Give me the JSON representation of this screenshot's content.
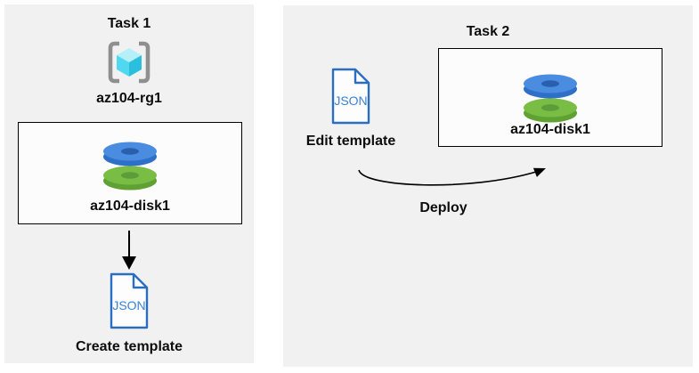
{
  "task1": {
    "title": "Task 1",
    "resource_group_label": "az104-rg1",
    "disk_label": "az104-disk1",
    "json_file_text": "JSON",
    "action_label": "Create template"
  },
  "task2": {
    "title": "Task 2",
    "json_file_text": "JSON",
    "edit_label": "Edit template",
    "disk_label": "az104-disk1",
    "deploy_label": "Deploy"
  },
  "colors": {
    "panel_bg": "#f1f1f2",
    "box_bg": "#fcfcfd",
    "box_border": "#000000",
    "arrow": "#000000",
    "bracket_gray": "#8f8f8f",
    "cube_top": "#b5f0f9",
    "cube_left": "#4fd8ef",
    "cube_right": "#2abfdc",
    "disk_blue_top": "#4a8de0",
    "disk_blue_side": "#2e70c8",
    "disk_blue_hole": "#2a5fae",
    "disk_green_top": "#7abd44",
    "disk_green_side": "#60a134",
    "disk_green_hole": "#5d9c38",
    "json_outline": "#2a6fbe",
    "json_fill": "#fdfdfe",
    "json_text": "#3b82d4"
  }
}
